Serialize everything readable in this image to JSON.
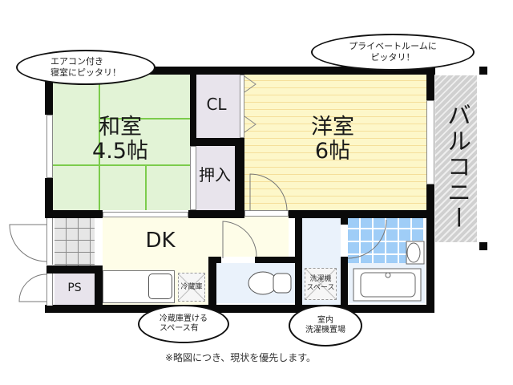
{
  "floorplan": {
    "rooms": {
      "washitsu": {
        "name": "和室",
        "size": "4.5帖"
      },
      "youshitsu": {
        "name": "洋室",
        "size": "6帖"
      },
      "closet": {
        "name": "CL"
      },
      "oshiire": {
        "name": "押入"
      },
      "dk": {
        "name": "DK"
      },
      "ps": {
        "name": "PS"
      },
      "balcony": {
        "name": "バルコニー"
      }
    },
    "fixtures": {
      "fridge_space": "冷蔵庫",
      "washer_space_line1": "洗濯機",
      "washer_space_line2": "スペース"
    },
    "callouts": {
      "aircon_line1": "エアコン付き",
      "aircon_line2": "寝室にピッタリ！",
      "private_line1": "プライベートルームに",
      "private_line2": "ピッタリ！",
      "fridge_line1": "冷蔵庫置ける",
      "fridge_line2": "スペース有",
      "laundry_line1": "室内",
      "laundry_line2": "洗濯機置場"
    },
    "footnote": "※略図につき、現状を優先します。",
    "colors": {
      "wall": "#0a0a0a",
      "washitsu": "#e2f3d6",
      "tatami_line": "#7ccc4c",
      "youshitsu": "#fdf7c9",
      "closet": "#e8e4ec",
      "dk": "#fefde8",
      "bath_tile": "#9fcdf7",
      "balcony": "#d0d0d0"
    }
  }
}
